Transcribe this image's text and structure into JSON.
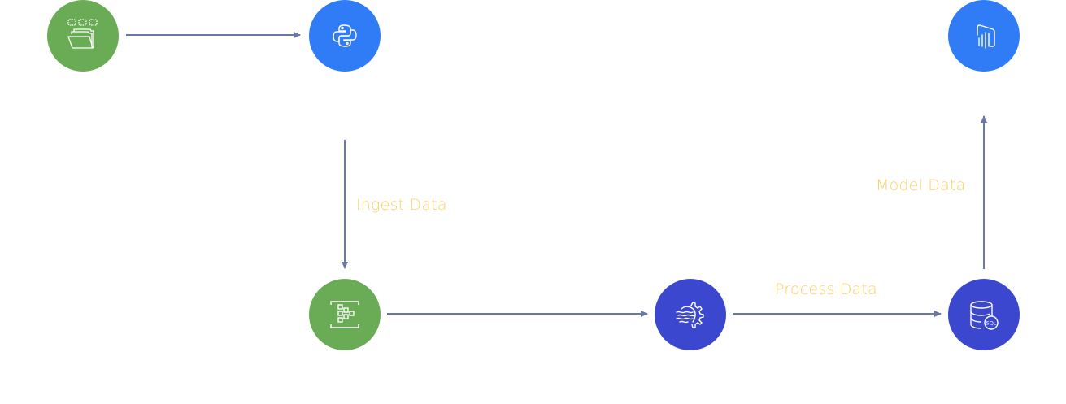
{
  "colors": {
    "green": "#6aac55",
    "blue": "#2f7cf6",
    "indigo": "#3b47cf",
    "edge": "#6b77a6",
    "label": "#fcd163"
  },
  "nodes": [
    {
      "id": "files",
      "icon": "folder-icon",
      "color": "green"
    },
    {
      "id": "python",
      "icon": "python-icon",
      "color": "blue"
    },
    {
      "id": "ingest",
      "icon": "data-grid-icon",
      "color": "green"
    },
    {
      "id": "process",
      "icon": "gear-waves-icon",
      "color": "indigo"
    },
    {
      "id": "sql",
      "icon": "sql-database-icon",
      "color": "indigo"
    },
    {
      "id": "powerbi",
      "icon": "powerbi-icon",
      "color": "blue"
    }
  ],
  "edges": [
    {
      "from": "files",
      "to": "python"
    },
    {
      "from": "python",
      "to": "ingest",
      "label": "Ingest Data"
    },
    {
      "from": "ingest",
      "to": "process"
    },
    {
      "from": "process",
      "to": "sql",
      "label": "Process Data"
    },
    {
      "from": "sql",
      "to": "powerbi",
      "label": "Model Data"
    }
  ],
  "labels": {
    "ingest": "Ingest Data",
    "process": "Process Data",
    "model": "Model Data"
  }
}
